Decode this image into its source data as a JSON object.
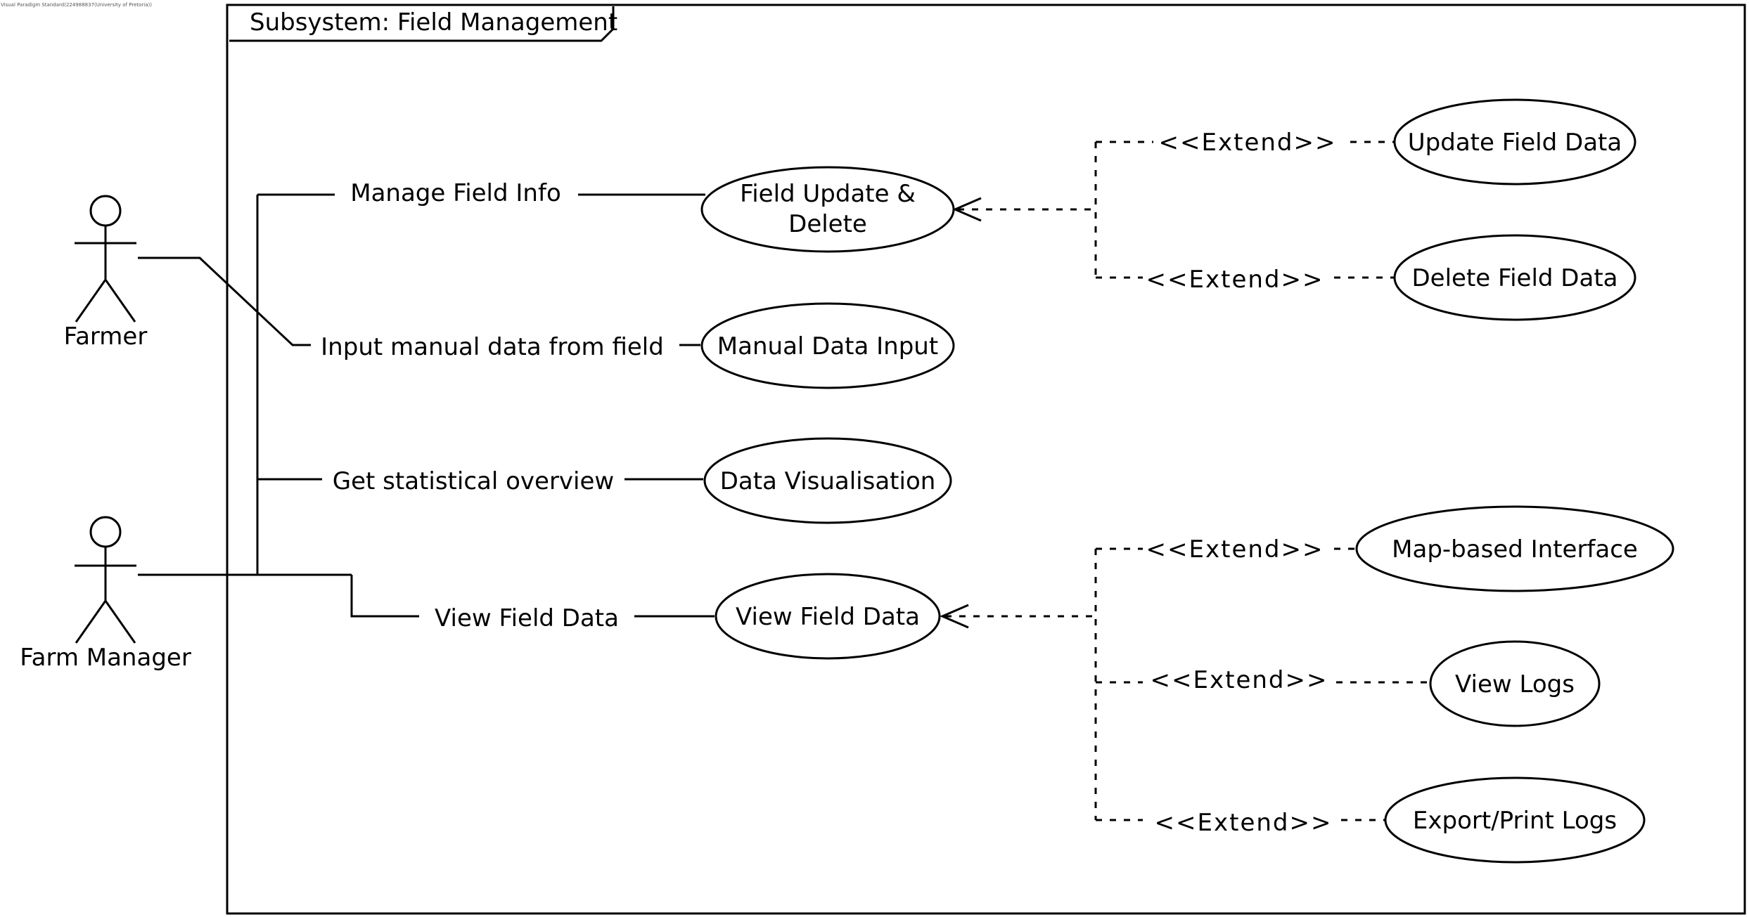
{
  "watermark": "Visual Paradigm Standard(224988837(University of Pretoria))",
  "subsystem": {
    "title": "Subsystem: Field Management"
  },
  "actors": {
    "farmer": "Farmer",
    "farm_manager": "Farm Manager"
  },
  "associations": {
    "manage_field_info": "Manage Field Info",
    "input_manual_data": "Input manual data from field",
    "statistical_overview": "Get statistical overview",
    "view_field_data": "View Field Data"
  },
  "use_cases": {
    "field_update_delete_line1": "Field Update &",
    "field_update_delete_line2": "Delete",
    "manual_data_input": "Manual Data Input",
    "data_visualisation": "Data Visualisation",
    "view_field_data": "View Field Data",
    "update_field_data": "Update Field Data",
    "delete_field_data": "Delete Field Data",
    "map_based_interface": "Map-based Interface",
    "view_logs": "View Logs",
    "export_print_logs": "Export/Print Logs"
  },
  "extends": {
    "update": "<<Extend>>",
    "delete": "<<Extend>>",
    "map": "<<Extend>>",
    "logs": "<<Extend>>",
    "export": "<<Extend>>"
  }
}
